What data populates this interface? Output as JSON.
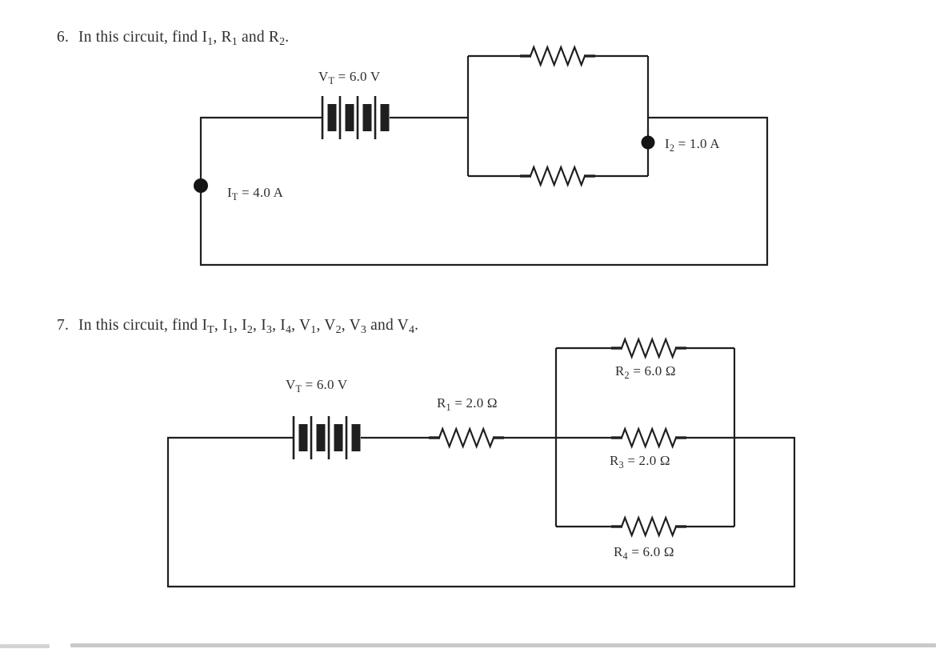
{
  "page": {
    "background": "#ffffff",
    "ink_color": "#1f1f1f",
    "text_color": "#2e2e2e",
    "bottom_bar_color": "#c9c9c9"
  },
  "icons": {
    "battery-icon": "multi-cell battery (alternating long thin and short thick plates)",
    "resistor-icon": "zigzag resistor",
    "junction-dot-icon": "filled circle node"
  },
  "problems": [
    {
      "number": "6.",
      "title_parts": [
        {
          "t": "In this circuit, find I"
        },
        {
          "s": "1"
        },
        {
          "t": ", R"
        },
        {
          "s": "1"
        },
        {
          "t": " and R"
        },
        {
          "s": "2"
        },
        {
          "t": "."
        }
      ],
      "battery_parts": [
        {
          "t": "V"
        },
        {
          "s": "T"
        },
        {
          "t": " = 6.0 V"
        }
      ],
      "total_current_parts": [
        {
          "t": "I"
        },
        {
          "s": "T"
        },
        {
          "t": " = 4.0 A"
        }
      ],
      "branch_current_parts": [
        {
          "t": "I"
        },
        {
          "s": "2"
        },
        {
          "t": " = 1.0 A"
        }
      ]
    },
    {
      "number": "7.",
      "title_parts": [
        {
          "t": "In this circuit, find I"
        },
        {
          "s": "T"
        },
        {
          "t": ", I"
        },
        {
          "s": "1"
        },
        {
          "t": ", I"
        },
        {
          "s": "2"
        },
        {
          "t": ", I"
        },
        {
          "s": "3"
        },
        {
          "t": ", I"
        },
        {
          "s": "4"
        },
        {
          "t": ", V"
        },
        {
          "s": "1"
        },
        {
          "t": ", V"
        },
        {
          "s": "2"
        },
        {
          "t": ", V"
        },
        {
          "s": "3"
        },
        {
          "t": " and V"
        },
        {
          "s": "4"
        },
        {
          "t": "."
        }
      ],
      "battery_parts": [
        {
          "t": "V"
        },
        {
          "s": "T"
        },
        {
          "t": " = 6.0 V"
        }
      ],
      "r1_parts": [
        {
          "t": "R"
        },
        {
          "s": "1"
        },
        {
          "t": " = 2.0 Ω"
        }
      ],
      "r2_parts": [
        {
          "t": "R"
        },
        {
          "s": "2"
        },
        {
          "t": " = 6.0 Ω"
        }
      ],
      "r3_parts": [
        {
          "t": "R"
        },
        {
          "s": "3"
        },
        {
          "t": " = 2.0 Ω"
        }
      ],
      "r4_parts": [
        {
          "t": "R"
        },
        {
          "s": "4"
        },
        {
          "t": " = 6.0 Ω"
        }
      ]
    }
  ]
}
